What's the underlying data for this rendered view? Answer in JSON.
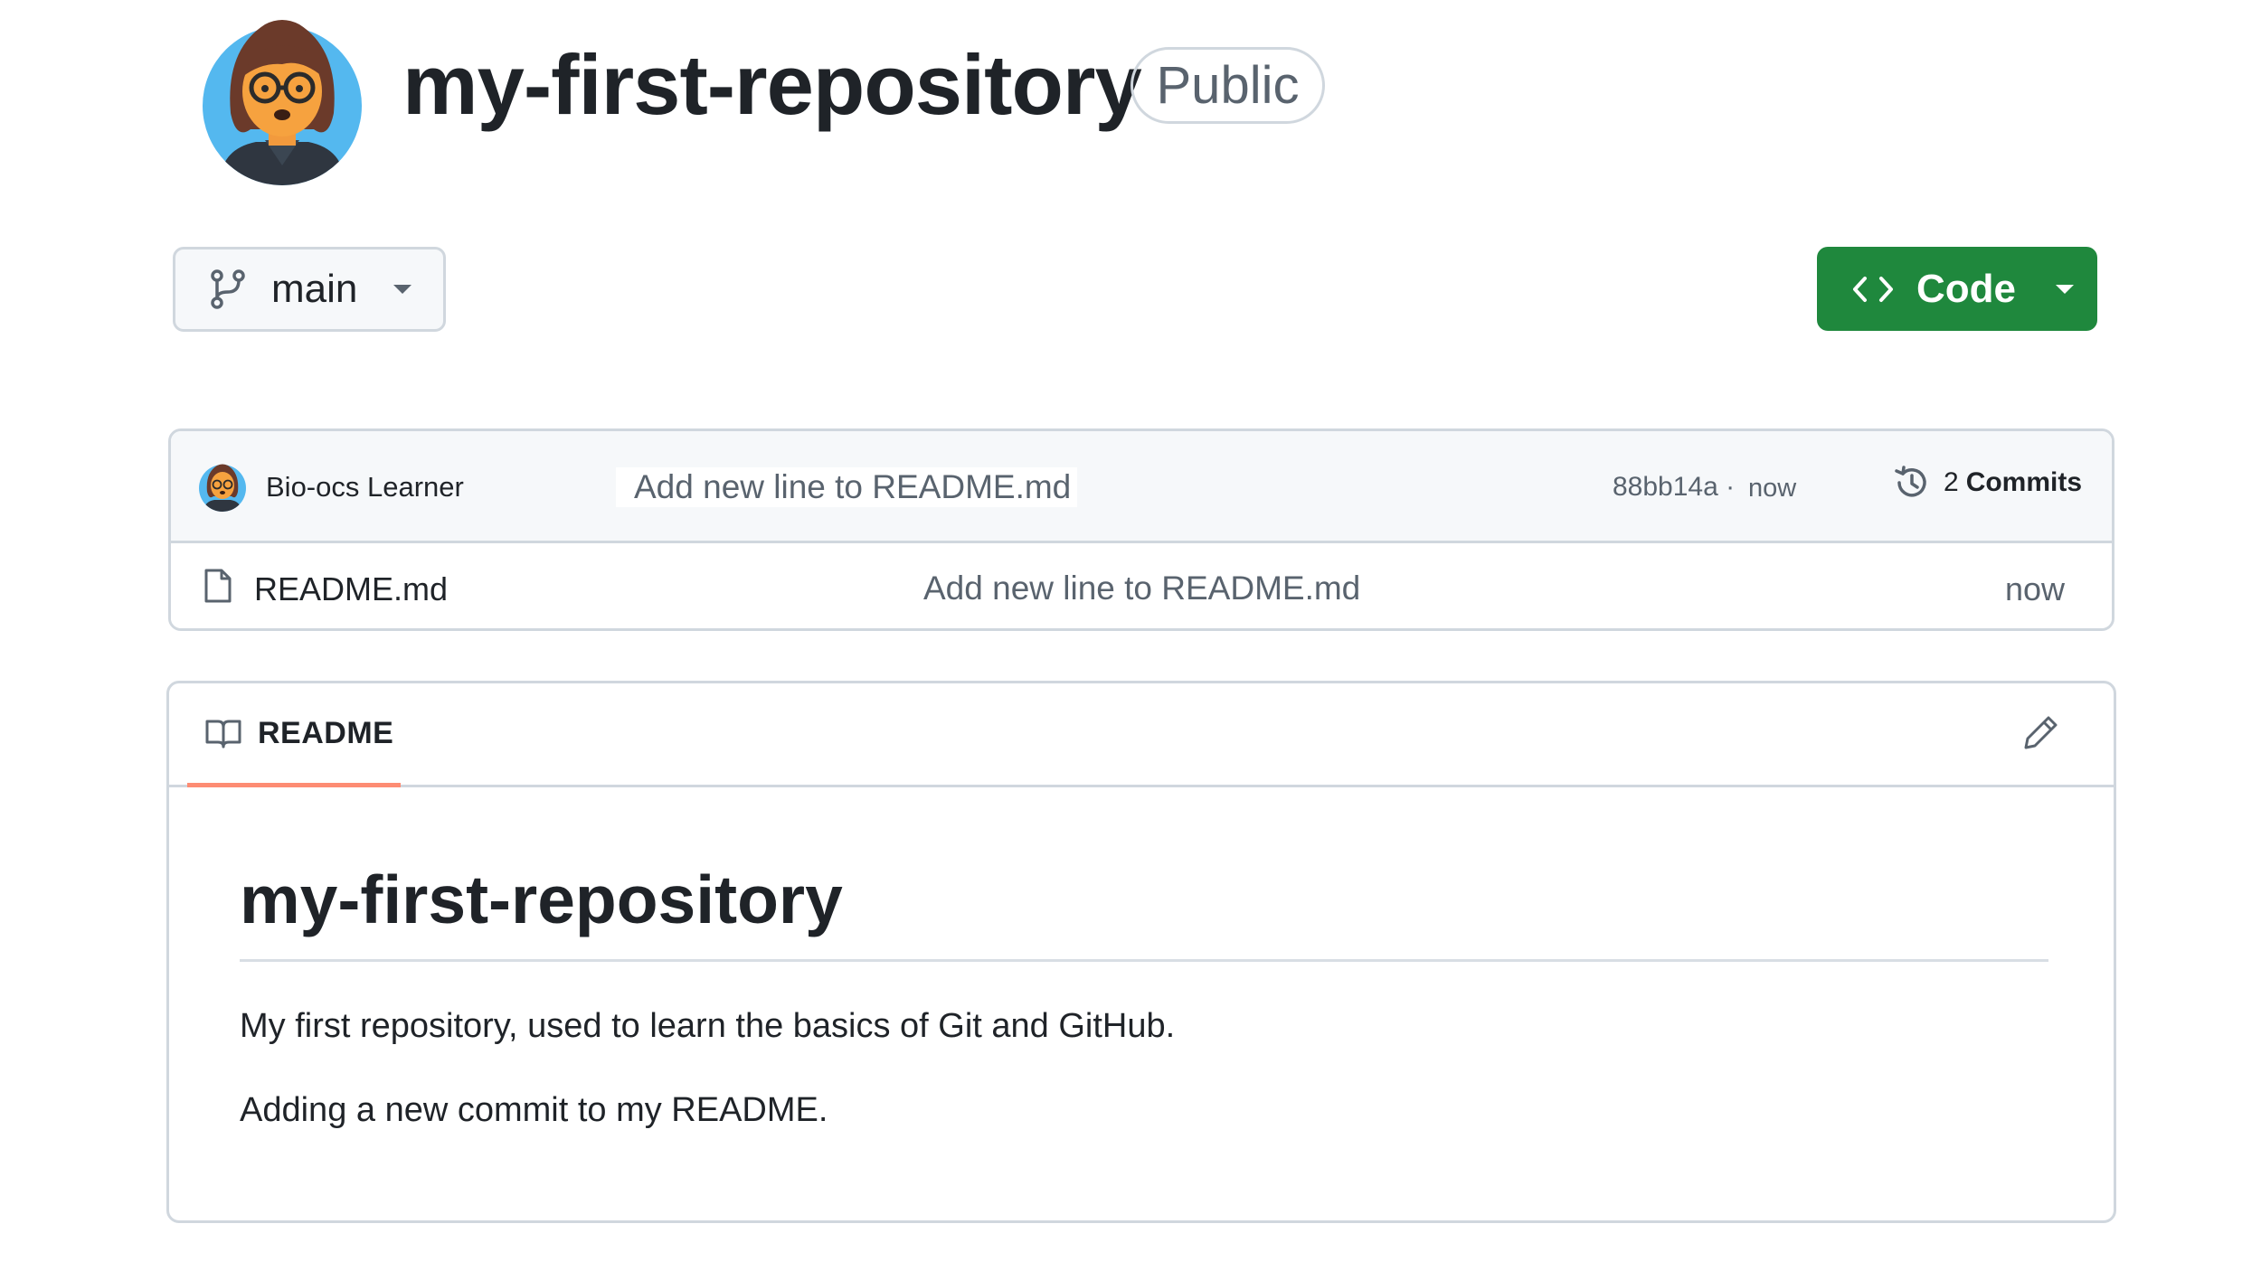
{
  "header": {
    "repo_name": "my-first-repository",
    "visibility": "Public"
  },
  "toolbar": {
    "branch": "main",
    "code_label": "Code"
  },
  "latest_commit": {
    "author": "Bio-ocs Learner",
    "message": "Add new line to README.md",
    "sha": "88bb14a ·",
    "time": "now",
    "commit_count": "2",
    "commits_label": "Commits"
  },
  "files": [
    {
      "name": "README.md",
      "last_commit": "Add new line to README.md",
      "time": "now"
    }
  ],
  "readme": {
    "tab_label": "README",
    "heading": "my-first-repository",
    "paragraphs": [
      "My first repository, used to learn the basics of Git and GitHub.",
      "Adding a new commit to my README."
    ]
  },
  "colors": {
    "primary_button": "#1f883d",
    "tab_underline": "#fd8c73",
    "border": "#d0d7de",
    "muted_text": "#59636e"
  }
}
